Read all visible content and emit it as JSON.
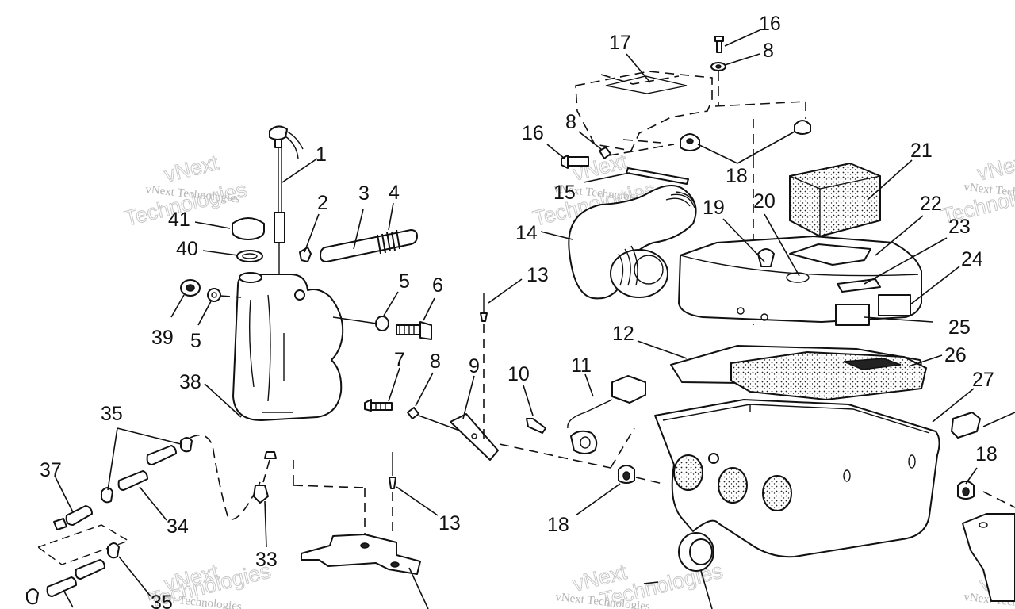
{
  "watermark": {
    "company": "vNext Technologies",
    "brand": "vNext",
    "word": "Technologies"
  },
  "callouts": [
    "16",
    "8",
    "17",
    "16",
    "8",
    "18",
    "21",
    "1",
    "15",
    "19",
    "20",
    "22",
    "23",
    "2",
    "3",
    "4",
    "41",
    "40",
    "14",
    "24",
    "39",
    "5",
    "5",
    "6",
    "13",
    "25",
    "12",
    "26",
    "7",
    "8",
    "9",
    "10",
    "11",
    "38",
    "27",
    "35",
    "18",
    "37",
    "34",
    "13",
    "33",
    "18",
    "35"
  ]
}
